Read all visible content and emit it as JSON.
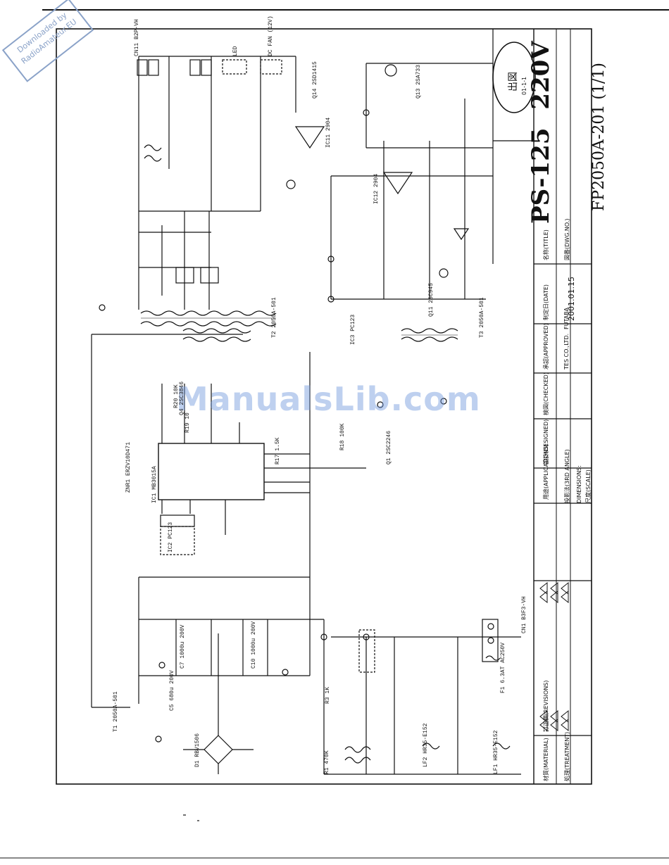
{
  "watermark": "ManualsLib.com",
  "download_stamp": {
    "line1": "Downloaded by",
    "line2": "RadioAmateur.EU"
  },
  "title_block": {
    "model": "PS-125",
    "voltage": "220V",
    "drawing_no": "FP2050A-201",
    "sheet": "(1/1)",
    "date": "2001.01.15",
    "company": "FUTABA",
    "company_co": "TES CO.,LTD.",
    "title_label": "名称(TITLE)",
    "dwg_label": "図番(DWG.NO.)",
    "date_label": "制定日(DATE)",
    "approved_label": "承認(APPROVED)",
    "checked_label": "検図(CHECKED)",
    "designed_label": "設計(DESIGNED)",
    "applications_label": "用途(APPLICATIONS)",
    "dimensions_label": "DIMENSIONS:",
    "scale_label": "尺度(SCALE)",
    "angle_label": "投影法(3RD ANGLE)",
    "material_label": "材質(MATERIAL)",
    "treatment_label": "処理(TREATMENT)",
    "revisions_label": "訂正欄(REVISIONS)",
    "issue_stamp": "出図",
    "issue_no": "01-1-1"
  },
  "components": [
    {
      "id": "T1",
      "val": "2050A-501"
    },
    {
      "id": "T2",
      "val": "2050A-501"
    },
    {
      "id": "T3",
      "val": "2050A-501"
    },
    {
      "id": "IC1",
      "val": "MB3015A"
    },
    {
      "id": "IC2",
      "val": "PC123"
    },
    {
      "id": "IC3",
      "val": "PC123"
    },
    {
      "id": "IC11",
      "val": "2904"
    },
    {
      "id": "IC12",
      "val": "2904"
    },
    {
      "id": "ZNR1",
      "val": "ERZV10D471"
    },
    {
      "id": "D1",
      "val": "RBV1506"
    },
    {
      "id": "Q1",
      "val": "2SC2246"
    },
    {
      "id": "Q4",
      "val": "2SC3846"
    },
    {
      "id": "Q11",
      "val": "2SC945"
    },
    {
      "id": "Q13",
      "val": "2SA733"
    },
    {
      "id": "Q14",
      "val": "2SD1415"
    },
    {
      "id": "LF1",
      "val": "HR35-E152"
    },
    {
      "id": "LF2",
      "val": "HR35-E152"
    },
    {
      "id": "F1",
      "val": "6.3AT AC250V"
    },
    {
      "id": "C5",
      "val": "680u 200V"
    },
    {
      "id": "C7",
      "val": "1000u 200V"
    },
    {
      "id": "C10",
      "val": "1000u 200V"
    },
    {
      "id": "R1",
      "val": "470K"
    },
    {
      "id": "R3",
      "val": "1K"
    },
    {
      "id": "R17",
      "val": "1.5K"
    },
    {
      "id": "R18",
      "val": "100K"
    },
    {
      "id": "R19",
      "val": "10"
    },
    {
      "id": "R20",
      "val": "10K"
    },
    {
      "id": "CN1",
      "val": "B3F3-VH"
    },
    {
      "id": "CN11",
      "val": "B2P-VH"
    },
    {
      "id": "LED",
      "val": "LED"
    },
    {
      "id": "DC FAN",
      "val": "(12V)"
    }
  ]
}
